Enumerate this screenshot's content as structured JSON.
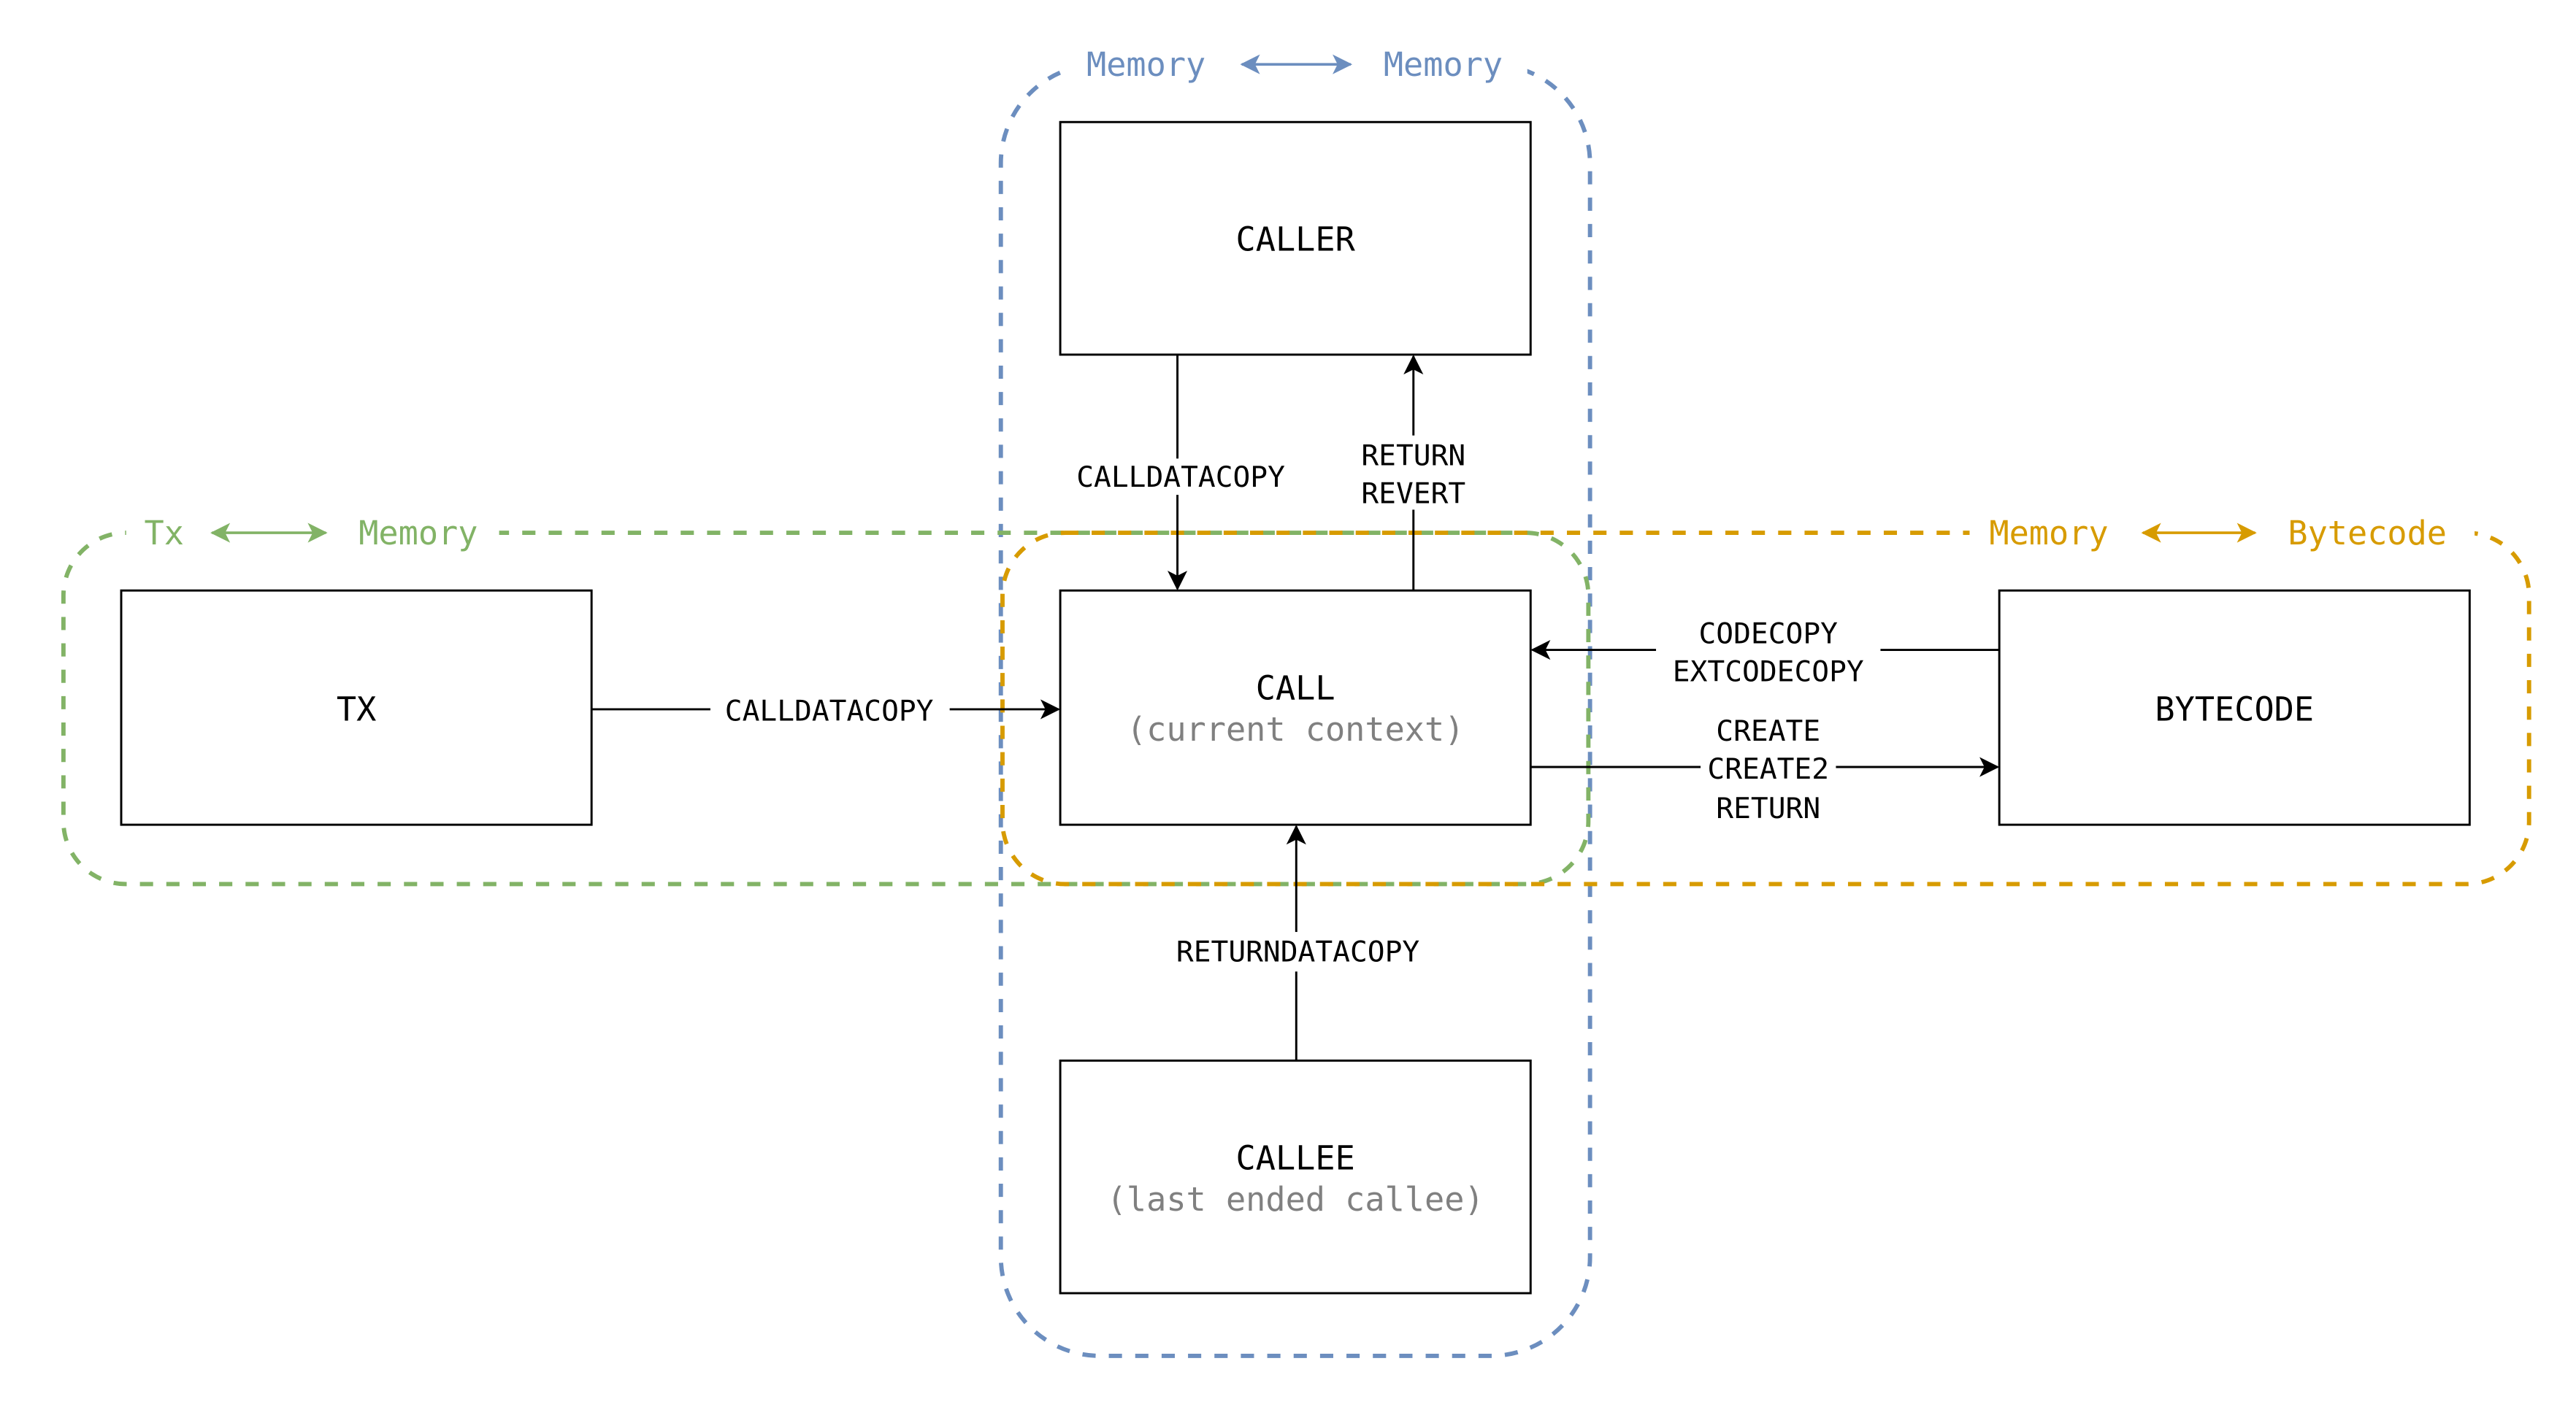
{
  "colors": {
    "memory_group": "#6c8ebf",
    "tx_group": "#82b366",
    "bytecode_group": "#d79b00",
    "subtitle": "#808080",
    "node_stroke": "#000000"
  },
  "groups": {
    "memory": {
      "left": "Memory",
      "right": "Memory",
      "arrow": "double-arrow-icon"
    },
    "tx": {
      "left": "Tx",
      "right": "Memory",
      "arrow": "double-arrow-icon"
    },
    "bytecode": {
      "left": "Memory",
      "right": "Bytecode",
      "arrow": "double-arrow-icon"
    }
  },
  "nodes": {
    "caller": {
      "title": "CALLER"
    },
    "call": {
      "title": "CALL",
      "subtitle": "(current context)"
    },
    "tx": {
      "title": "TX"
    },
    "bytecode": {
      "title": "BYTECODE"
    },
    "callee": {
      "title": "CALLEE",
      "subtitle": "(last ended callee)"
    }
  },
  "edges": {
    "caller_to_call": [
      "CALLDATACOPY"
    ],
    "call_to_caller": [
      "RETURN",
      "REVERT"
    ],
    "tx_to_call": [
      "CALLDATACOPY"
    ],
    "bytecode_to_call": [
      "CODECOPY",
      "EXTCODECOPY"
    ],
    "call_to_bytecode": [
      "CREATE",
      "CREATE2",
      "RETURN"
    ],
    "callee_to_call": [
      "RETURNDATACOPY"
    ]
  }
}
